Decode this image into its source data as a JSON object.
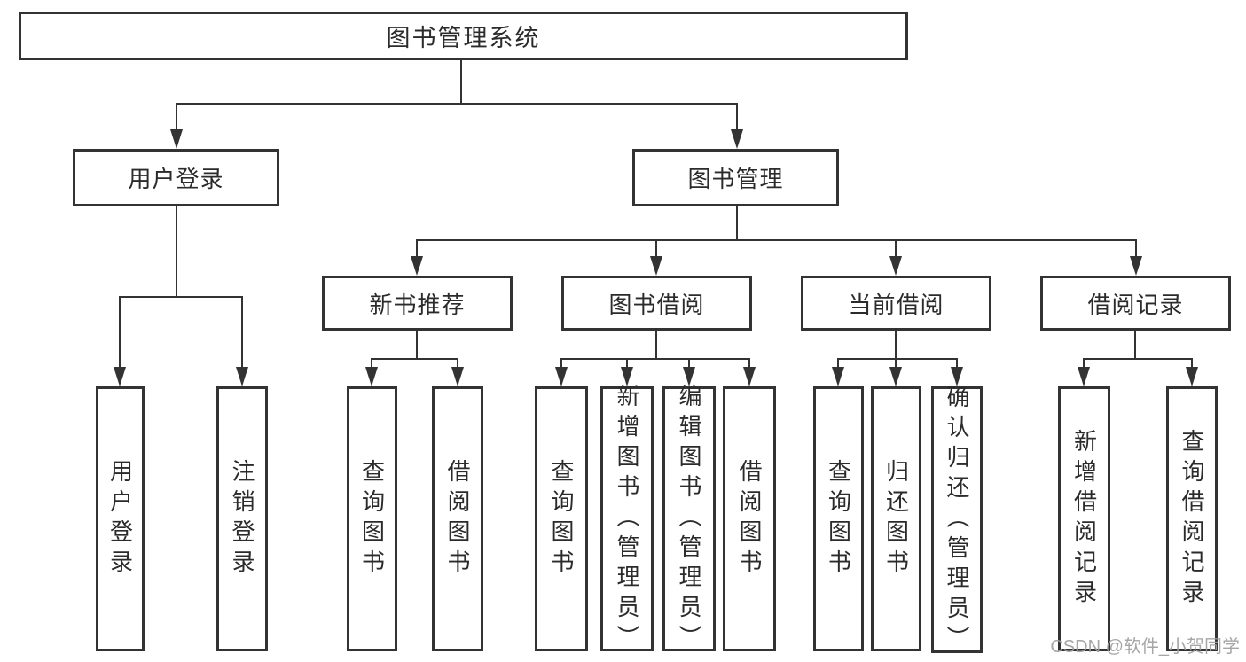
{
  "tree": {
    "label": "图书管理系统",
    "children": [
      {
        "label": "用户登录",
        "children": [
          {
            "label": "用户登录"
          },
          {
            "label": "注销登录"
          }
        ]
      },
      {
        "label": "图书管理",
        "children": [
          {
            "label": "新书推荐",
            "children": [
              {
                "label": "查询图书"
              },
              {
                "label": "借阅图书"
              }
            ]
          },
          {
            "label": "图书借阅",
            "children": [
              {
                "label": "查询图书"
              },
              {
                "label": "新增图书（管理员）"
              },
              {
                "label": "编辑图书（管理员）"
              },
              {
                "label": "借阅图书"
              }
            ]
          },
          {
            "label": "当前借阅",
            "children": [
              {
                "label": "查询图书"
              },
              {
                "label": "归还图书"
              },
              {
                "label": "确认归还（管理员）"
              }
            ]
          },
          {
            "label": "借阅记录",
            "children": [
              {
                "label": "新增借阅记录"
              },
              {
                "label": "查询借阅记录"
              }
            ]
          }
        ]
      }
    ]
  },
  "watermark": "CSDN @软件_小贺同学",
  "colors": {
    "line": "#333333",
    "text": "#2b2b2b",
    "background": "#ffffff",
    "watermark": "#9e9e9e"
  }
}
